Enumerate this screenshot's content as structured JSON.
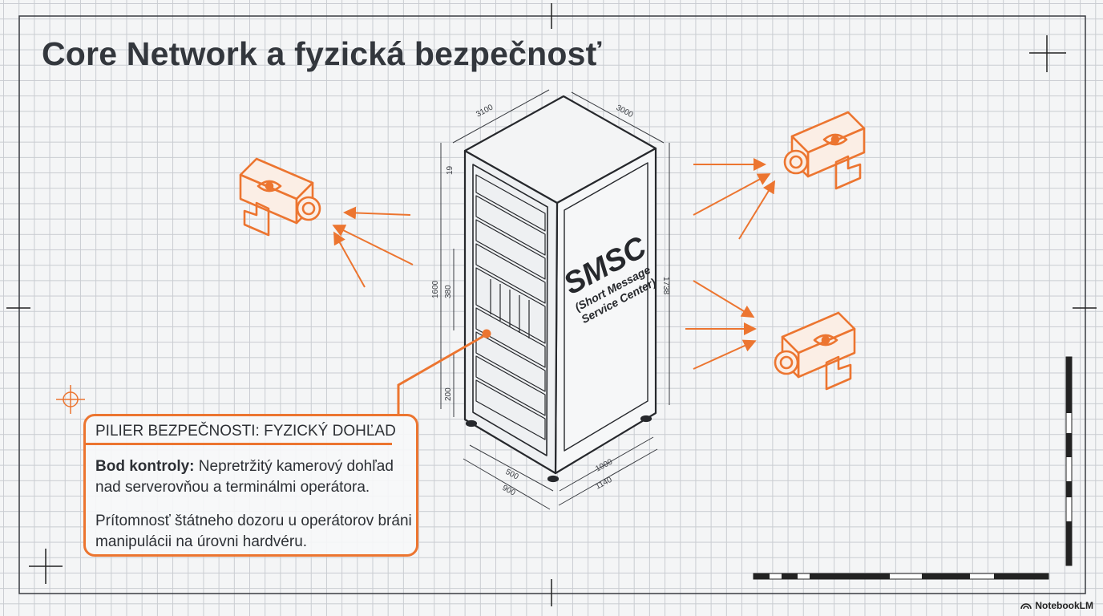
{
  "title": "Core Network a fyzická bezpečnosť",
  "rack": {
    "label": "SMSC",
    "sublabel_line1": "(Short Message",
    "sublabel_line2": "Service Center)",
    "dimensions": {
      "top_left": "3100",
      "top_right": "3000",
      "height_total": "1600",
      "height_right": "1738",
      "section_upper": "380",
      "section_lower": "200",
      "small_top": "19",
      "base_front_inner": "500",
      "base_front_outer": "900",
      "base_side_inner": "1000",
      "base_side_outer": "1140"
    }
  },
  "callout": {
    "heading": "PILIER BEZPEČNOSTI: FYZICKÝ DOHĽAD",
    "point_label": "Bod kontroly:",
    "point_text": " Nepretržitý kamerový dohľad nad serverovňou a terminálmi operátora.",
    "note": "Prítomnosť štátneho dozoru u operátorov bráni manipulácii na úrovni hardvéru."
  },
  "colors": {
    "accent": "#ec7530",
    "ink": "#33373d",
    "grid": "#c9ccd1"
  },
  "icons": [
    "security-camera-icon",
    "crosshair-icon",
    "notebooklm-logo-icon"
  ],
  "brand": "NotebookLM"
}
